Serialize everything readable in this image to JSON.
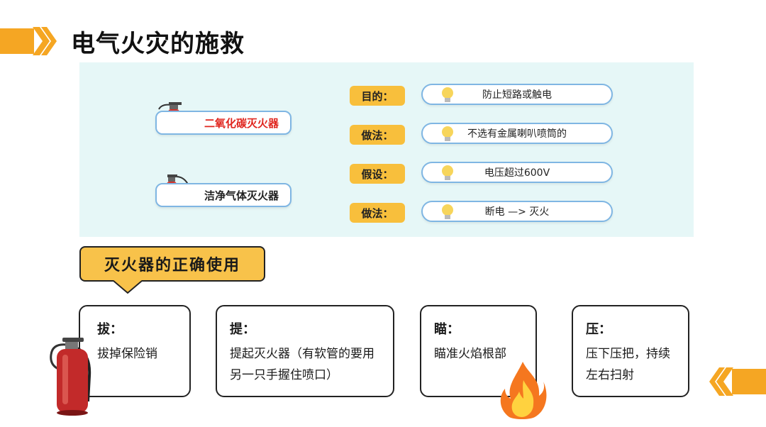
{
  "header": {
    "title": "电气火灾的施救"
  },
  "extinguishers": [
    {
      "label": "二氧化碳灭火器"
    },
    {
      "label": "洁净气体灭火器"
    }
  ],
  "rows": [
    {
      "tag": "目的：",
      "text": "防止短路或触电"
    },
    {
      "tag": "做法：",
      "text": "不选有金属喇叭喷筒的"
    },
    {
      "tag": "假设：",
      "text": "电压超过600V"
    },
    {
      "tag": "做法：",
      "text": "断电 —> 灭火"
    }
  ],
  "callout": {
    "text": "灭火器的正确使用"
  },
  "steps": [
    {
      "title": "拔：",
      "text": "拔掉保险销"
    },
    {
      "title": "提：",
      "text": "提起灭火器（有软管的要用另一只手握住喷口）"
    },
    {
      "title": "瞄：",
      "text": "瞄准火焰根部"
    },
    {
      "title": "压：",
      "text": "压下压把，持续左右扫射"
    }
  ],
  "colors": {
    "accent": "#f5a623",
    "panel": "#e6f7f7",
    "tag": "#f8bf3c",
    "pill_border": "#7fb6e3",
    "red_label": "#e0261f"
  },
  "icons": [
    "double-chevron-right-icon",
    "fire-extinguisher-icon",
    "lightbulb-icon",
    "flame-icon",
    "double-chevron-left-icon"
  ]
}
